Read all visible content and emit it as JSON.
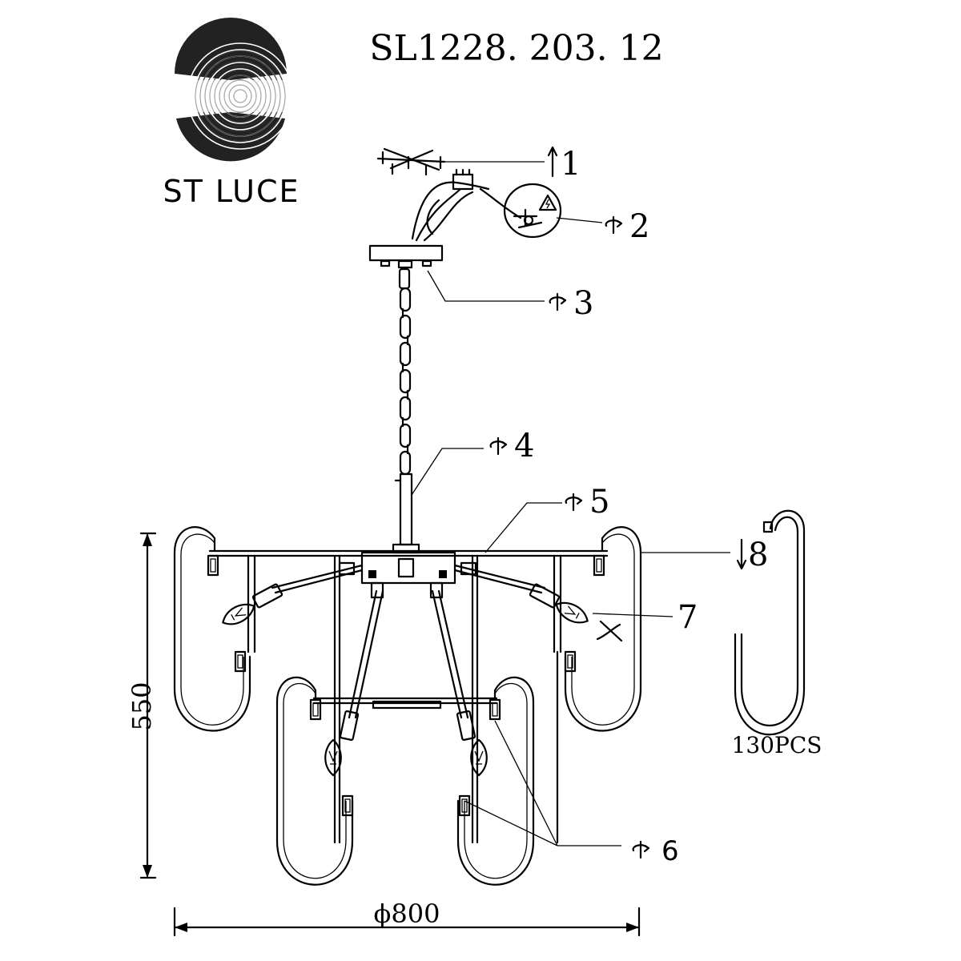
{
  "model_code": "SL1228. 203. 12",
  "brand": {
    "name": "ST LUCE",
    "logo_icon": "spiral-disc-logo"
  },
  "callouts": [
    {
      "id": "1",
      "label": "1",
      "icon": "up-arrow-icon"
    },
    {
      "id": "2",
      "label": "2",
      "icon": "rotate-arrow-icon"
    },
    {
      "id": "3",
      "label": "3",
      "icon": "rotate-arrow-icon"
    },
    {
      "id": "4",
      "label": "4",
      "icon": "rotate-arrow-icon"
    },
    {
      "id": "5",
      "label": "5",
      "icon": "rotate-arrow-icon"
    },
    {
      "id": "6",
      "label": "6",
      "icon": "rotate-arrow-icon"
    },
    {
      "id": "7",
      "label": "7",
      "icon": "none"
    },
    {
      "id": "8",
      "label": "8",
      "icon": "down-arrow-icon"
    }
  ],
  "dimensions": {
    "height": "550",
    "diameter": "ϕ800"
  },
  "hook_detail": {
    "quantity": "130PCS"
  },
  "warning_icon": "electric-hazard-icon"
}
